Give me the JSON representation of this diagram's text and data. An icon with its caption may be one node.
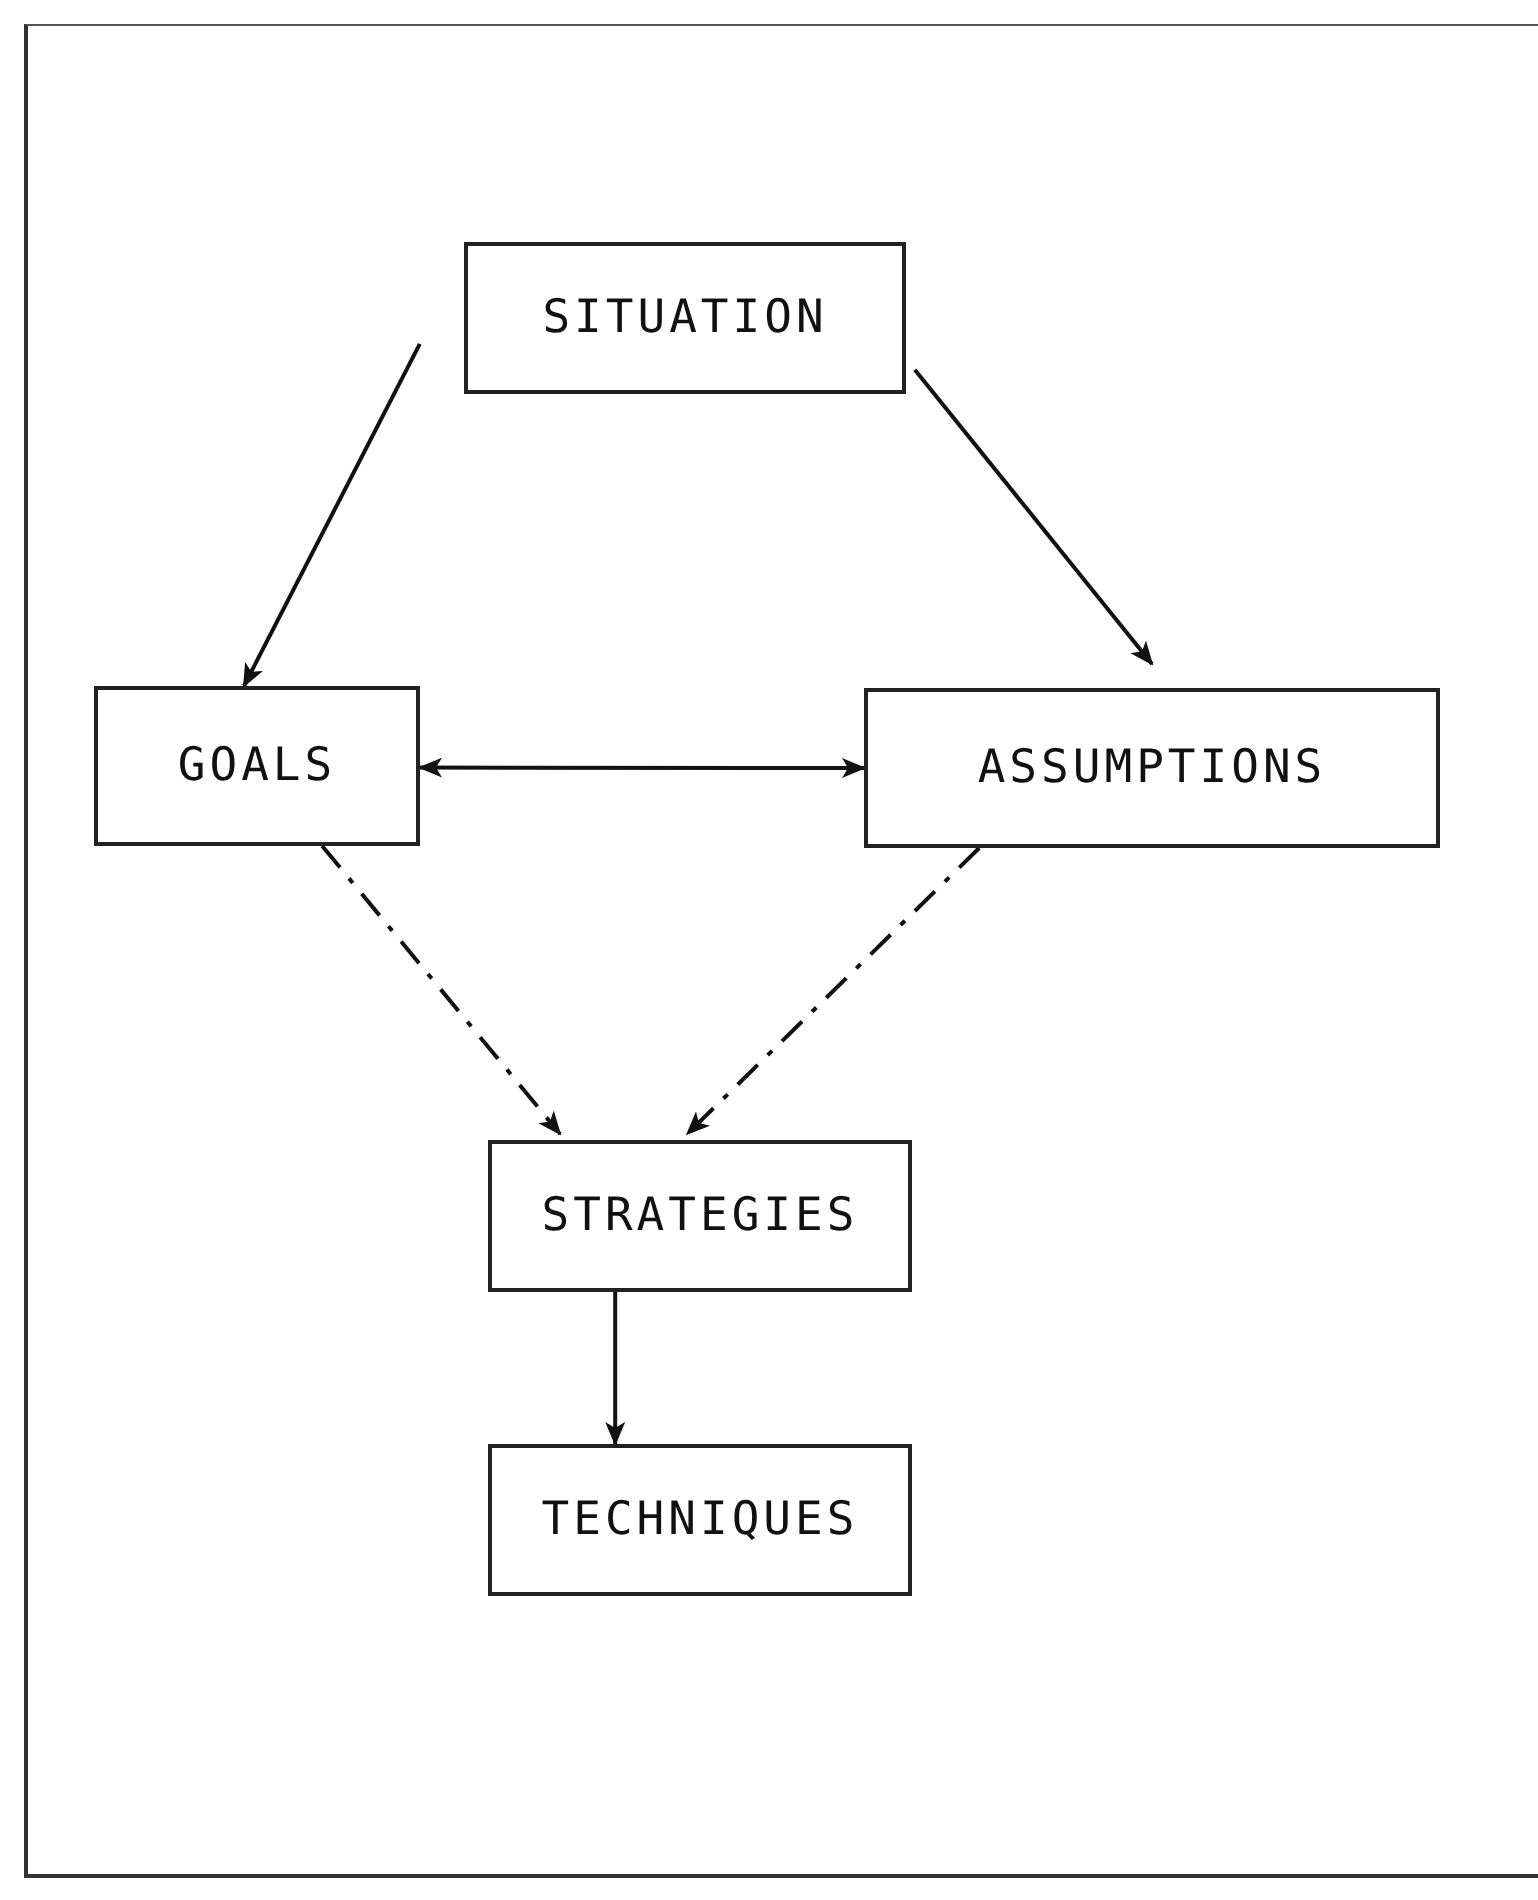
{
  "diagram": {
    "nodes": [
      {
        "text": [
          "SITUATION"
        ]
      },
      {
        "text": [
          "GOALS"
        ]
      },
      {
        "text": [
          "ASSUMPTIONS"
        ]
      },
      {
        "text": [
          "STRATEGIES"
        ]
      },
      {
        "text": [
          "TECHNIQUES"
        ]
      }
    ],
    "edges": [
      {
        "from": 0,
        "to": 1,
        "arrow": "to"
      },
      {
        "from": 0,
        "to": 2,
        "arrow": "to"
      },
      {
        "from": 1,
        "to": 2,
        "arrow": "both"
      },
      {
        "from": 1,
        "to": 3,
        "arrow": "to",
        "style": "dashed"
      },
      {
        "from": 2,
        "to": 3,
        "arrow": "to",
        "style": "dashed"
      },
      {
        "from": 3,
        "to": 4,
        "arrow": "to"
      }
    ]
  }
}
